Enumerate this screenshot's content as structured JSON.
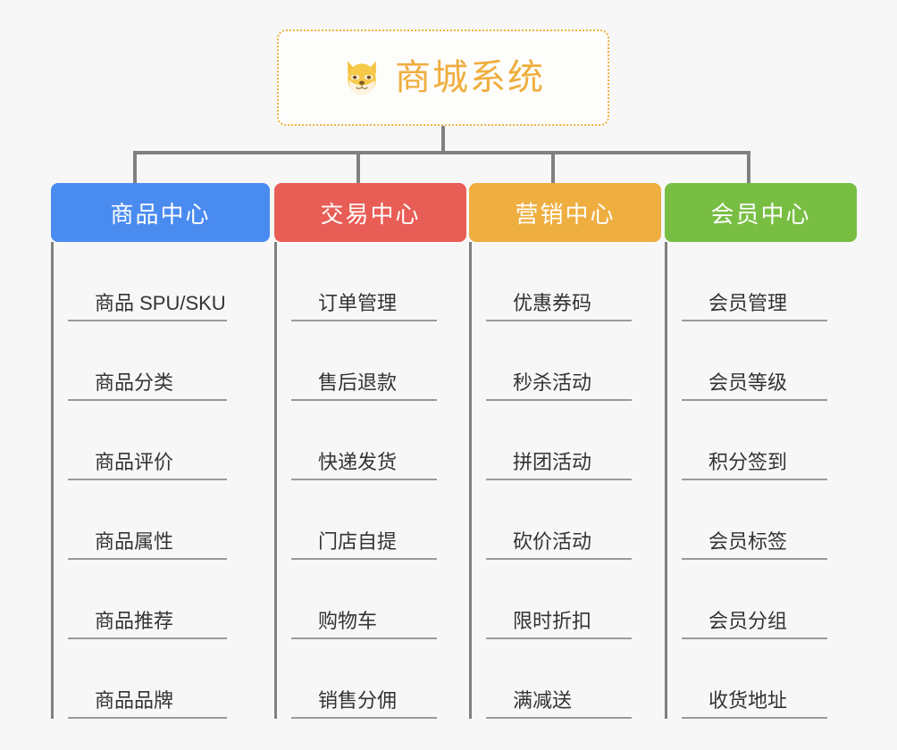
{
  "root": {
    "title": "商城系统",
    "icon": "shiba-dog-icon",
    "accent_color": "#f0ad3e",
    "border_color": "#f0b042"
  },
  "connector_color": "#808080",
  "branches": [
    {
      "label": "商品中心",
      "color": "#4a8bf0",
      "items": [
        "商品 SPU/SKU",
        "商品分类",
        "商品评价",
        "商品属性",
        "商品推荐",
        "商品品牌"
      ]
    },
    {
      "label": "交易中心",
      "color": "#e85d56",
      "items": [
        "订单管理",
        "售后退款",
        "快递发货",
        "门店自提",
        "购物车",
        "销售分佣"
      ]
    },
    {
      "label": "营销中心",
      "color": "#efae40",
      "items": [
        "优惠券码",
        "秒杀活动",
        "拼团活动",
        "砍价活动",
        "限时折扣",
        "满减送"
      ]
    },
    {
      "label": "会员中心",
      "color": "#78be43",
      "items": [
        "会员管理",
        "会员等级",
        "积分签到",
        "会员标签",
        "会员分组",
        "收货地址"
      ]
    }
  ]
}
